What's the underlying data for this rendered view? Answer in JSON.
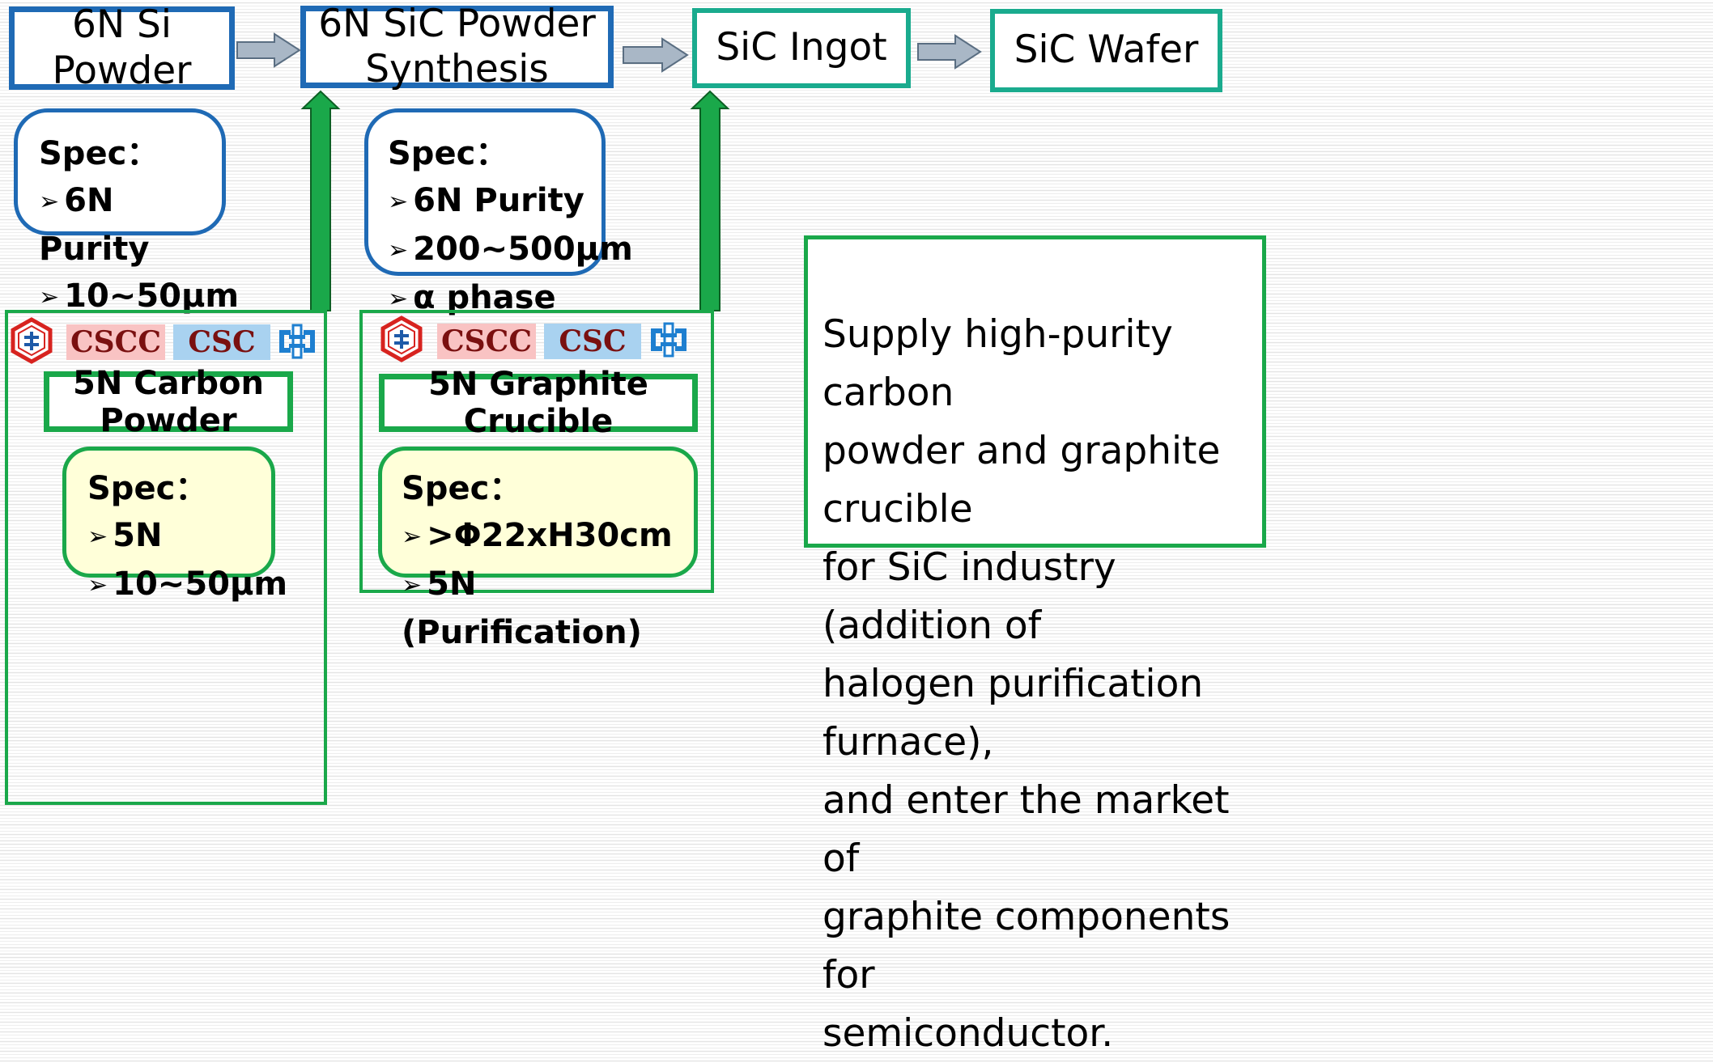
{
  "flow": {
    "si_powder": "6N Si Powder",
    "sic_powder_line1": "6N SiC Powder",
    "sic_powder_line2": "Synthesis",
    "sic_ingot": "SiC Ingot",
    "sic_wafer": "SiC Wafer"
  },
  "spec_si": {
    "title": "Spec",
    "colon": "：",
    "items": [
      "6N Purity",
      "10~50μm"
    ]
  },
  "spec_sic": {
    "title": "Spec",
    "colon": "：",
    "items": [
      "6N Purity",
      "200~500μm",
      "α phase"
    ]
  },
  "carbon_panel": {
    "tag_left": "CSCC",
    "tag_right": "CSC",
    "product_line1": "5N Carbon",
    "product_line2": "Powder",
    "spec_title": "Spec",
    "spec_colon": "：",
    "spec_items": [
      "5N",
      "10~50μm"
    ]
  },
  "crucible_panel": {
    "tag_left": "CSCC",
    "tag_right": "CSC",
    "product": "5N Graphite Crucible",
    "spec_title": "Spec",
    "spec_colon": "：",
    "spec_items": [
      ">Φ22xH30cm",
      "5N (Purification)"
    ]
  },
  "info_text": "Supply high-purity carbon\npowder and graphite crucible\nfor SiC industry (addition of\nhalogen purification furnace),\nand enter the market of\ngraphite components for\nsemiconductor.",
  "colors": {
    "blue_border": "#1f6ab5",
    "teal_border": "#1aab8e",
    "green": "#1aa84a",
    "arrow_grey": "#a9b7c6",
    "spec_yellow": "#ffffd9",
    "tag_pink": "#f9c3c3",
    "tag_blue": "#a9d2f0",
    "logo_red": "#d7231f",
    "logo_blue": "#1e7fd0"
  },
  "icons": [
    "right-arrow-icon",
    "up-arrow-icon",
    "cscc-hexagon-logo-icon",
    "csc-logo-icon",
    "bullet-arrowhead-icon"
  ]
}
